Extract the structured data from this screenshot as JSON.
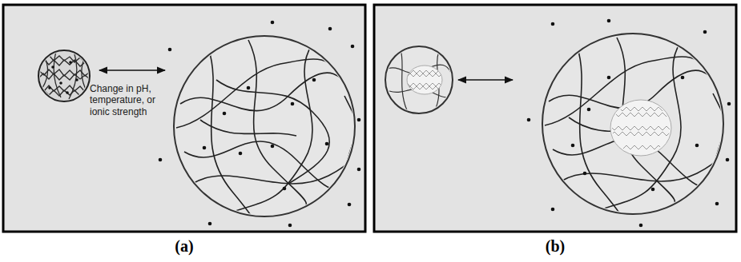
{
  "diagram": {
    "labels": [
      "Change in pH, temperature, or ionic strength",
      "(a)",
      "(b)"
    ]
  }
}
